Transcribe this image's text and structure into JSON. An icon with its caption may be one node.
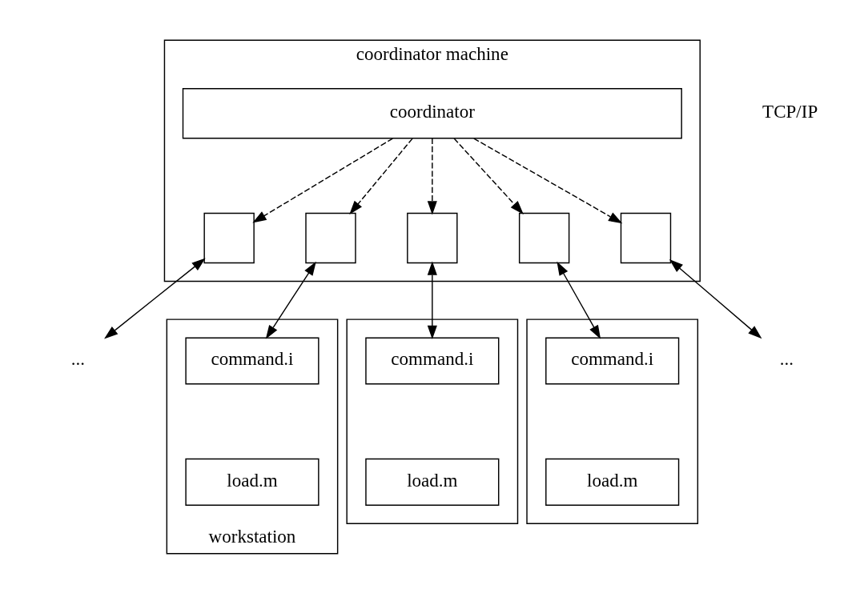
{
  "diagram": {
    "nodes": [
      {
        "text": [
          "coordinator machine"
        ]
      },
      {
        "text": [
          "coordinator"
        ],
        "in": 0
      },
      {
        "text": [],
        "shape": "box",
        "in": 0
      },
      {
        "text": [],
        "shape": "box",
        "in": 0
      },
      {
        "text": [],
        "shape": "box",
        "in": 0
      },
      {
        "text": [],
        "shape": "box",
        "in": 0
      },
      {
        "text": [],
        "shape": "box",
        "in": 0
      },
      {
        "text": [
          "..."
        ]
      },
      {
        "text": [
          "workstation"
        ]
      },
      {
        "text": [
          "command.i"
        ],
        "in": 8
      },
      {
        "text": [
          "load.m"
        ],
        "in": 8
      },
      {
        "text": [],
        "shape": "box"
      },
      {
        "text": [
          "command.i"
        ],
        "in": 11
      },
      {
        "text": [
          "load.m"
        ],
        "in": 11
      },
      {
        "text": [],
        "shape": "box"
      },
      {
        "text": [
          "command.i"
        ],
        "in": 14
      },
      {
        "text": [
          "load.m"
        ],
        "in": 14
      },
      {
        "text": [
          "..."
        ]
      }
    ],
    "edges": [
      {
        "from": 1,
        "to": 2,
        "arrow": "to",
        "style": "dashed"
      },
      {
        "from": 1,
        "to": 3,
        "arrow": "to",
        "style": "dashed"
      },
      {
        "from": 1,
        "to": 4,
        "arrow": "to",
        "style": "dashed"
      },
      {
        "from": 1,
        "to": 5,
        "arrow": "to",
        "style": "dashed"
      },
      {
        "from": 1,
        "to": 6,
        "arrow": "to",
        "style": "dashed"
      },
      {
        "from": 2,
        "to": 7,
        "arrow": "both"
      },
      {
        "from": 3,
        "to": 9,
        "arrow": "both"
      },
      {
        "from": 4,
        "to": 12,
        "arrow": "both"
      },
      {
        "from": 5,
        "to": 15,
        "arrow": "both"
      },
      {
        "from": 6,
        "to": 17,
        "arrow": "both"
      }
    ],
    "labels": [
      "TCP/IP"
    ]
  }
}
